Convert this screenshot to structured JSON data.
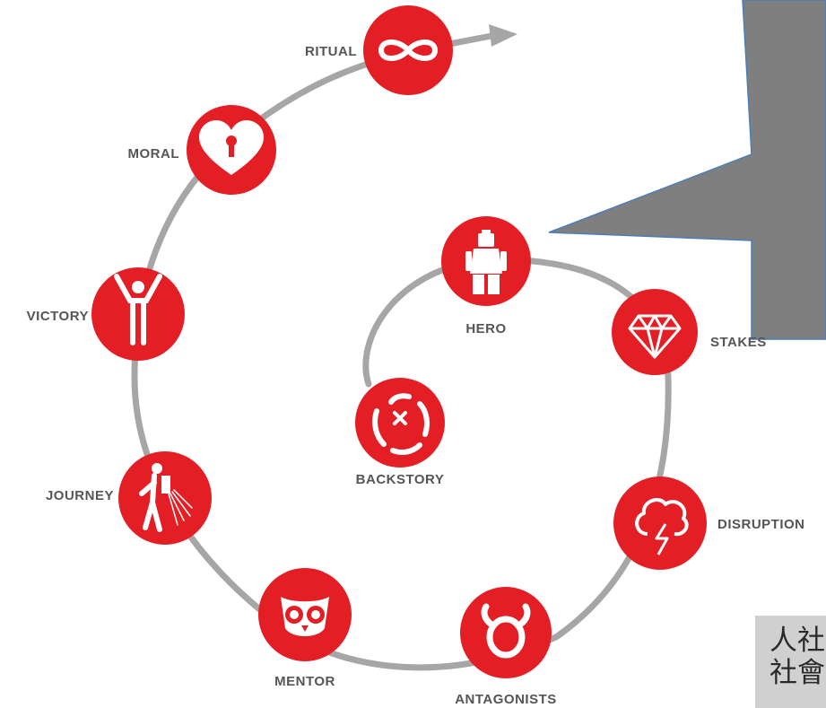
{
  "diagram": {
    "colors": {
      "node": "#e31e24",
      "path": "#a6a6a6",
      "label": "#555555",
      "callout": "#7f7f7f",
      "callout_border": "#4a7ebb",
      "text_box": "#d0d0d0"
    },
    "nodes": [
      {
        "id": "ritual",
        "label": "RITUAL",
        "icon": "infinity-icon"
      },
      {
        "id": "moral",
        "label": "MORAL",
        "icon": "heart-keyhole-icon"
      },
      {
        "id": "victory",
        "label": "VICTORY",
        "icon": "arms-raised-figure-icon"
      },
      {
        "id": "journey",
        "label": "JOURNEY",
        "icon": "jetpack-figure-icon"
      },
      {
        "id": "mentor",
        "label": "MENTOR",
        "icon": "owl-icon"
      },
      {
        "id": "antagonists",
        "label": "ANTAGONISTS",
        "icon": "horned-devil-icon"
      },
      {
        "id": "disruption",
        "label": "DISRUPTION",
        "icon": "lightning-cloud-icon"
      },
      {
        "id": "stakes",
        "label": "STAKES",
        "icon": "diamond-icon"
      },
      {
        "id": "hero",
        "label": "HERO",
        "icon": "lego-figure-icon"
      },
      {
        "id": "backstory",
        "label": "BACKSTORY",
        "icon": "treasure-map-icon"
      }
    ]
  },
  "text_box": {
    "line1": "人社",
    "line2": "社會"
  }
}
